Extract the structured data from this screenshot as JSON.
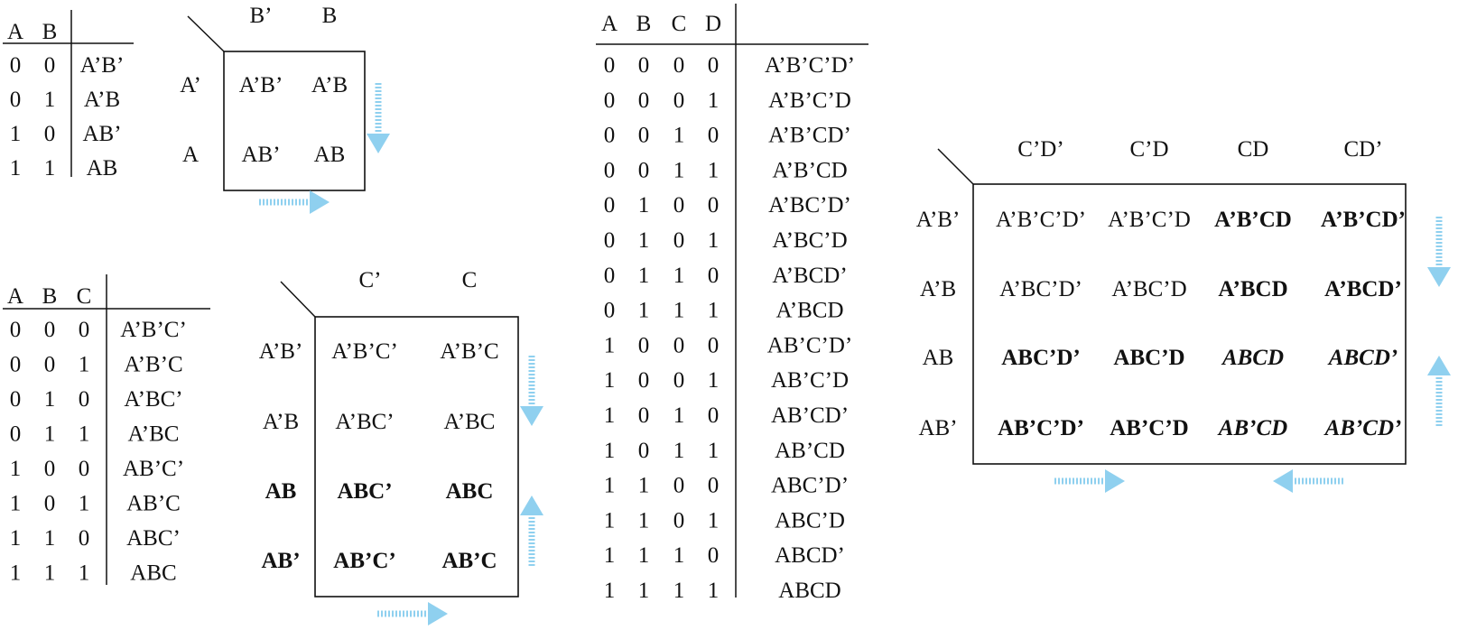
{
  "accent_color": "#8fd0ef",
  "truth_table_2": {
    "headers": [
      "A",
      "B"
    ],
    "rows": [
      {
        "bits": [
          "0",
          "0"
        ],
        "term": "A’B’"
      },
      {
        "bits": [
          "0",
          "1"
        ],
        "term": "A’B"
      },
      {
        "bits": [
          "1",
          "0"
        ],
        "term": "AB’"
      },
      {
        "bits": [
          "1",
          "1"
        ],
        "term": "AB"
      }
    ]
  },
  "kmap_2": {
    "col_labels": [
      "B’",
      "B"
    ],
    "row_labels": [
      "A’",
      "A"
    ],
    "cells": [
      [
        "A’B’",
        "A’B"
      ],
      [
        "AB’",
        "AB"
      ]
    ],
    "arrows": [
      "arrow-down-icon",
      "arrow-right-icon"
    ]
  },
  "truth_table_3": {
    "headers": [
      "A",
      "B",
      "C"
    ],
    "rows": [
      {
        "bits": [
          "0",
          "0",
          "0"
        ],
        "term": "A’B’C’"
      },
      {
        "bits": [
          "0",
          "0",
          "1"
        ],
        "term": "A’B’C"
      },
      {
        "bits": [
          "0",
          "1",
          "0"
        ],
        "term": "A’BC’"
      },
      {
        "bits": [
          "0",
          "1",
          "1"
        ],
        "term": "A’BC"
      },
      {
        "bits": [
          "1",
          "0",
          "0"
        ],
        "term": "AB’C’"
      },
      {
        "bits": [
          "1",
          "0",
          "1"
        ],
        "term": "AB’C"
      },
      {
        "bits": [
          "1",
          "1",
          "0"
        ],
        "term": "ABC’"
      },
      {
        "bits": [
          "1",
          "1",
          "1"
        ],
        "term": "ABC"
      }
    ]
  },
  "kmap_3": {
    "col_labels": [
      "C’",
      "C"
    ],
    "row_labels": [
      "A’B’",
      "A’B",
      "AB",
      "AB’"
    ],
    "bold_rows": [
      false,
      false,
      true,
      true
    ],
    "cells": [
      [
        "A’B’C’",
        "A’B’C"
      ],
      [
        "A’BC’",
        "A’BC"
      ],
      [
        "ABC’",
        "ABC"
      ],
      [
        "AB’C’",
        "AB’C"
      ]
    ],
    "arrows": [
      "arrow-down-icon",
      "arrow-up-icon",
      "arrow-right-icon"
    ]
  },
  "truth_table_4": {
    "headers": [
      "A",
      "B",
      "C",
      "D"
    ],
    "rows": [
      {
        "bits": [
          "0",
          "0",
          "0",
          "0"
        ],
        "term": "A’B’C’D’"
      },
      {
        "bits": [
          "0",
          "0",
          "0",
          "1"
        ],
        "term": "A’B’C’D"
      },
      {
        "bits": [
          "0",
          "0",
          "1",
          "0"
        ],
        "term": "A’B’CD’"
      },
      {
        "bits": [
          "0",
          "0",
          "1",
          "1"
        ],
        "term": "A’B’CD"
      },
      {
        "bits": [
          "0",
          "1",
          "0",
          "0"
        ],
        "term": "A’BC’D’"
      },
      {
        "bits": [
          "0",
          "1",
          "0",
          "1"
        ],
        "term": "A’BC’D"
      },
      {
        "bits": [
          "0",
          "1",
          "1",
          "0"
        ],
        "term": "A’BCD’"
      },
      {
        "bits": [
          "0",
          "1",
          "1",
          "1"
        ],
        "term": "A’BCD"
      },
      {
        "bits": [
          "1",
          "0",
          "0",
          "0"
        ],
        "term": "AB’C’D’"
      },
      {
        "bits": [
          "1",
          "0",
          "0",
          "1"
        ],
        "term": "AB’C’D"
      },
      {
        "bits": [
          "1",
          "0",
          "1",
          "0"
        ],
        "term": "AB’CD’"
      },
      {
        "bits": [
          "1",
          "0",
          "1",
          "1"
        ],
        "term": "AB’CD"
      },
      {
        "bits": [
          "1",
          "1",
          "0",
          "0"
        ],
        "term": "ABC’D’"
      },
      {
        "bits": [
          "1",
          "1",
          "0",
          "1"
        ],
        "term": "ABC’D"
      },
      {
        "bits": [
          "1",
          "1",
          "1",
          "0"
        ],
        "term": "ABCD’"
      },
      {
        "bits": [
          "1",
          "1",
          "1",
          "1"
        ],
        "term": "ABCD"
      }
    ]
  },
  "kmap_4": {
    "col_labels": [
      "C’D’",
      "C’D",
      "CD",
      "CD’"
    ],
    "row_labels": [
      "A’B’",
      "A’B",
      "AB",
      "AB’"
    ],
    "cells": [
      [
        "A’B’C’D’",
        "A’B’C’D",
        "A’B’CD",
        "A’B’CD’"
      ],
      [
        "A’BC’D’",
        "A’BC’D",
        "A’BCD",
        "A’BCD’"
      ],
      [
        "ABC’D’",
        "ABC’D",
        "ABCD",
        "ABCD’"
      ],
      [
        "AB’C’D’",
        "AB’C’D",
        "AB’CD",
        "AB’CD’"
      ]
    ],
    "cell_styles": [
      [
        "normal",
        "normal",
        "bold",
        "bold"
      ],
      [
        "normal",
        "normal",
        "bold",
        "bold"
      ],
      [
        "bold",
        "bold",
        "bold-italic",
        "bold-italic"
      ],
      [
        "bold",
        "bold",
        "bold-italic",
        "bold-italic"
      ]
    ],
    "arrows": [
      "arrow-down-icon",
      "arrow-up-icon",
      "arrow-right-icon",
      "arrow-left-icon"
    ]
  }
}
